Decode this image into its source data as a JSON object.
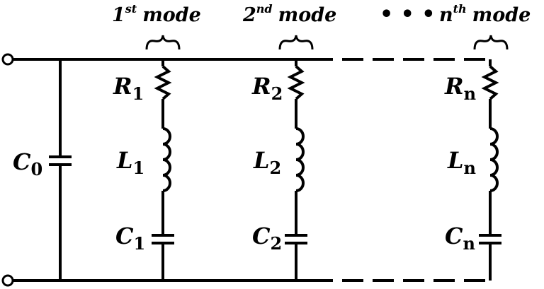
{
  "headers": {
    "first": {
      "base": "1",
      "sup": "st",
      "word": "mode"
    },
    "second": {
      "base": "2",
      "sup": "nd",
      "word": "mode"
    },
    "ellipsis": "• • •",
    "nth": {
      "base": "n",
      "sup": "th",
      "word": "mode"
    }
  },
  "c0": {
    "letter": "C",
    "sub": "0"
  },
  "branches": [
    {
      "r": {
        "letter": "R",
        "sub": "1"
      },
      "l": {
        "letter": "L",
        "sub": "1"
      },
      "c": {
        "letter": "C",
        "sub": "1"
      }
    },
    {
      "r": {
        "letter": "R",
        "sub": "2"
      },
      "l": {
        "letter": "L",
        "sub": "2"
      },
      "c": {
        "letter": "C",
        "sub": "2"
      }
    },
    {
      "r": {
        "letter": "R",
        "sub": "n"
      },
      "l": {
        "letter": "L",
        "sub": "n"
      },
      "c": {
        "letter": "C",
        "sub": "n"
      }
    }
  ]
}
